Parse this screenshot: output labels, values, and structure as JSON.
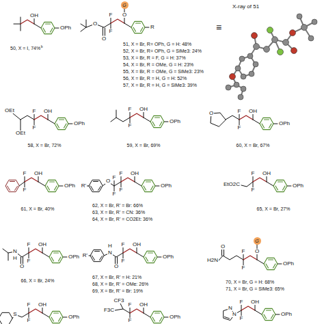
{
  "diagram": {
    "nodes": [
      {
        "text": [
          "G"
        ]
      },
      {
        "text": [
          "G"
        ]
      }
    ],
    "labels": [
      "OH",
      "OPh",
      "50, X = I, 74%",
      "b",
      "O",
      "O",
      "F",
      "F",
      "O",
      "R",
      "51, X = Br, R= OPh, G = H: 48%",
      "52, X = Br, R= OPh, G = SiMe3: 24%",
      "53, X = Br, R = F, G = H: 37%",
      "54, X = Br, R = OMe, G = H: 23%",
      "55, X = Br, R = OMe, G = SiMe3: 23%",
      "56, X = Br, R = H, G = H: 52%",
      "57, X = Br, R = H, G = SiMe3: 39%",
      "≡",
      "X-ray of 51",
      "OEt",
      "OEt",
      "F",
      "F",
      "OH",
      "OPh",
      "58, X = Br, 72%",
      "F",
      "F",
      "OH",
      "OPh",
      "59, X = Br, 69%",
      "O",
      "F",
      "F",
      "OH",
      "OPh",
      "60, X = Br, 67%",
      "F",
      "F",
      "OH",
      "OPh",
      "61, X = Br, 40%",
      "R'",
      "O",
      "F",
      "F",
      "F",
      "F",
      "OH",
      "OPh",
      "62, X = Br, R' = Br: 66%",
      "63, X = Br, R' = CN: 36%",
      "64, X = Br, R' = CO2Et: 36%",
      "EtO2C",
      "F",
      "F",
      "OH",
      "OPh",
      "65, X = Br, 27%",
      "N",
      "H",
      "O",
      "F",
      "F",
      "OH",
      "OPh",
      "66, X = Br, 24%",
      "R'",
      "H",
      "N",
      "O",
      "F",
      "F",
      "OH",
      "OPh",
      "67, X = Br, R' = H: 21%",
      "68, X = Br, R' = OMe: 26%",
      "69, X = Br, R' = Br: 19%",
      "O",
      "H2N",
      "F",
      "F",
      "O",
      "OPh",
      "70, X = Br, G = H: 68%",
      "71, X = Br, G = SiMe3: 65%",
      "S",
      "F",
      "F",
      "OH",
      "OPh",
      "F3C",
      "CF3",
      "F",
      "F",
      "OH",
      "OPh",
      "N",
      "N",
      "F",
      "F",
      "OH",
      "OPh"
    ]
  }
}
